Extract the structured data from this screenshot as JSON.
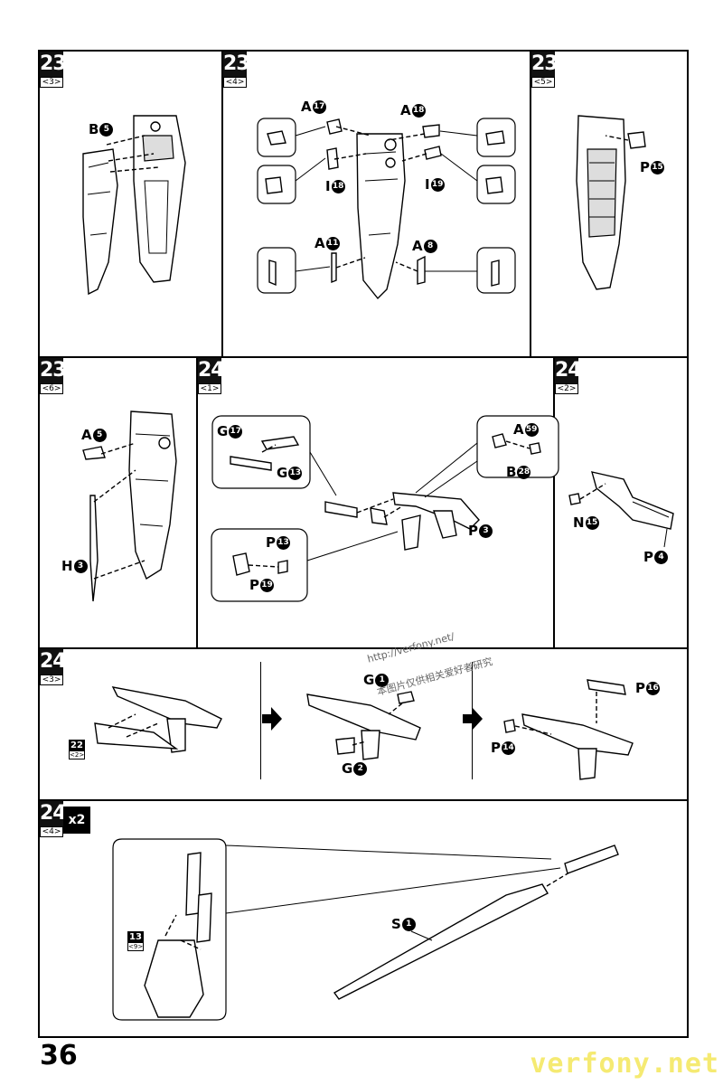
{
  "page_number": "36",
  "watermark": "verfony.net",
  "watermark_center_1": "http://verfony.net/",
  "watermark_center_2": "本图片仅供相关爱好者研究",
  "steps": [
    {
      "num": "23",
      "sub": "<3>"
    },
    {
      "num": "23",
      "sub": "<4>"
    },
    {
      "num": "23",
      "sub": "<5>"
    },
    {
      "num": "23",
      "sub": "<6>"
    },
    {
      "num": "24",
      "sub": "<1>"
    },
    {
      "num": "24",
      "sub": "<2>"
    },
    {
      "num": "24",
      "sub": "<3>"
    },
    {
      "num": "24",
      "sub": "<4>"
    }
  ],
  "multiplier": "x2",
  "parts": {
    "s23_3": [
      {
        "letter": "B",
        "num": "5"
      }
    ],
    "s23_4": [
      {
        "letter": "A",
        "num": "17"
      },
      {
        "letter": "A",
        "num": "18"
      },
      {
        "letter": "I",
        "num": "18"
      },
      {
        "letter": "I",
        "num": "19"
      },
      {
        "letter": "A",
        "num": "11"
      },
      {
        "letter": "A",
        "num": "8"
      }
    ],
    "s23_5": [
      {
        "letter": "P",
        "num": "15"
      }
    ],
    "s23_6": [
      {
        "letter": "A",
        "num": "5"
      },
      {
        "letter": "H",
        "num": "3"
      }
    ],
    "s24_1": [
      {
        "letter": "G",
        "num": "17"
      },
      {
        "letter": "G",
        "num": "13"
      },
      {
        "letter": "A",
        "num": "59"
      },
      {
        "letter": "B",
        "num": "28"
      },
      {
        "letter": "P",
        "num": "3"
      },
      {
        "letter": "P",
        "num": "13"
      },
      {
        "letter": "P",
        "num": "19"
      }
    ],
    "s24_2": [
      {
        "letter": "N",
        "num": "15"
      },
      {
        "letter": "P",
        "num": "4"
      }
    ],
    "s24_3": [
      {
        "letter": "G",
        "num": "1"
      },
      {
        "letter": "G",
        "num": "2"
      },
      {
        "letter": "P",
        "num": "16"
      },
      {
        "letter": "P",
        "num": "14"
      }
    ],
    "s24_4": [
      {
        "letter": "S",
        "num": "1"
      }
    ]
  },
  "refs": [
    {
      "num": "22",
      "sub": "<2>"
    },
    {
      "num": "13",
      "sub": "<9>"
    }
  ]
}
